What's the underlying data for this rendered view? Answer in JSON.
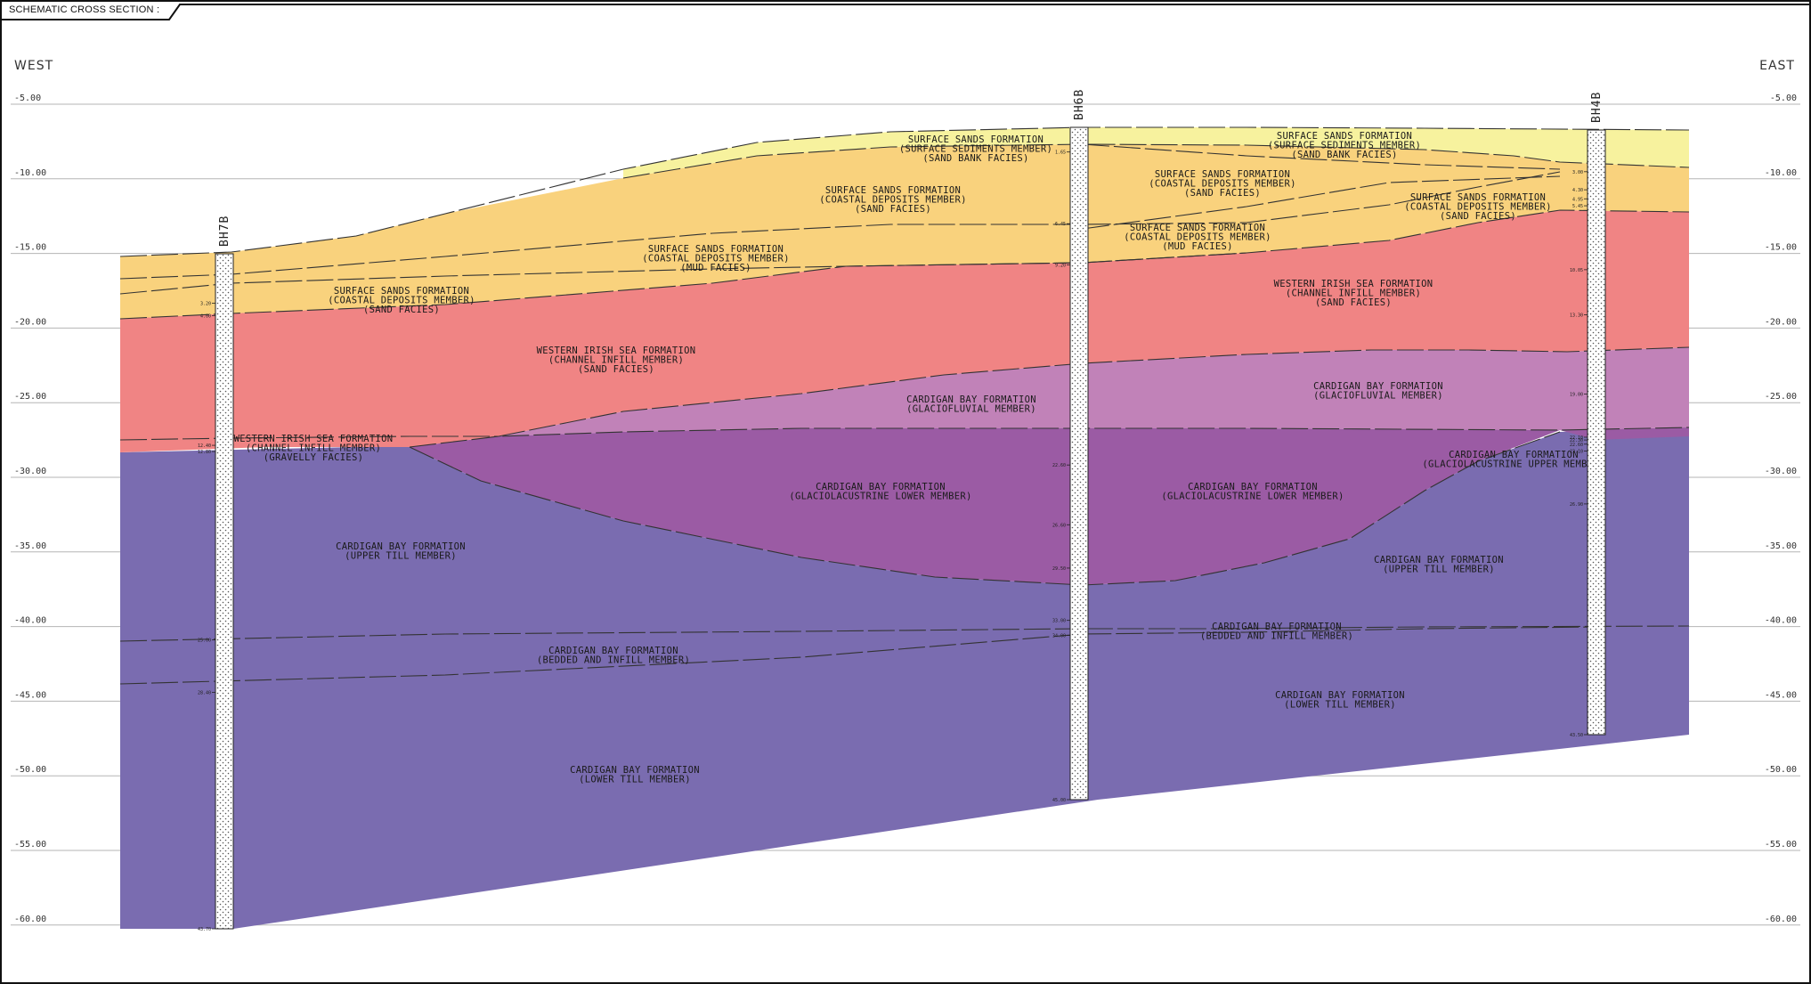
{
  "title": "SCHEMATIC CROSS SECTION :",
  "directions": {
    "west": "WEST",
    "east": "EAST"
  },
  "elevations": [
    "-5.00",
    "-10.00",
    "-15.00",
    "-20.00",
    "-25.00",
    "-30.00",
    "-35.00",
    "-40.00",
    "-45.00",
    "-50.00",
    "-55.00",
    "-60.00"
  ],
  "boreholes": [
    {
      "name": "BH7B",
      "depths": [
        "3.20",
        "4.00",
        "12.40",
        "12.80",
        "25.00",
        "28.40",
        "43.70"
      ]
    },
    {
      "name": "BH6B",
      "depths": [
        "1.65",
        "6.45",
        "9.20",
        "22.60",
        "26.60",
        "29.50",
        "33.00",
        "34.00",
        "45.00"
      ]
    },
    {
      "name": "BH4B",
      "depths": [
        "3.00",
        "4.30",
        "4.95",
        "5.45",
        "10.05",
        "13.30",
        "19.00",
        "22.10",
        "22.30",
        "22.60",
        "23.10",
        "26.90",
        "43.50"
      ]
    }
  ],
  "colors": {
    "surface_sand_light": "#f7f29e",
    "surface_sand": "#f9d27d",
    "western_irish_sea": "#f08484",
    "glaciofluvial": "#c182b8",
    "glaciolacustrine": "#9b5ba4",
    "till": "#7a6cb0"
  },
  "labels": [
    {
      "id": "ss-sed",
      "lines": [
        "SURFACE SANDS FORMATION",
        "(SURFACE SEDIMENTS MEMBER)",
        "(SAND BANK FACIES)"
      ]
    },
    {
      "id": "ss-sed-e",
      "lines": [
        "SURFACE SANDS FORMATION",
        "(SURFACE SEDIMENTS MEMBER)",
        "(SAND BANK FACIES)"
      ]
    },
    {
      "id": "ss-coast-mid",
      "lines": [
        "SURFACE SANDS FORMATION",
        "(COASTAL DEPOSITS MEMBER)",
        "(SAND FACIES)"
      ]
    },
    {
      "id": "ss-coast-e",
      "lines": [
        "SURFACE SANDS FORMATION",
        "(COASTAL DEPOSITS MEMBER)",
        "(SAND FACIES)"
      ]
    },
    {
      "id": "ss-coast-east",
      "lines": [
        "SURFACE SANDS FORMATION",
        "(COASTAL DEPOSITS MEMBER)",
        "(SAND FACIES)"
      ]
    },
    {
      "id": "ss-mud-w",
      "lines": [
        "SURFACE SANDS FORMATION",
        "(COASTAL DEPOSITS MEMBER)",
        "(MUD FACIES)"
      ]
    },
    {
      "id": "ss-mud-e",
      "lines": [
        "SURFACE SANDS FORMATION",
        "(COASTAL DEPOSITS MEMBER)",
        "(MUD FACIES)"
      ]
    },
    {
      "id": "ss-coast-w",
      "lines": [
        "SURFACE SANDS FORMATION",
        "(COASTAL DEPOSITS MEMBER)",
        "(SAND FACIES)"
      ]
    },
    {
      "id": "wis-w",
      "lines": [
        "WESTERN IRISH SEA FORMATION",
        "(CHANNEL INFILL MEMBER)",
        "(SAND FACIES)"
      ]
    },
    {
      "id": "wis-e",
      "lines": [
        "WESTERN IRISH SEA FORMATION",
        "(CHANNEL INFILL MEMBER)",
        "(SAND FACIES)"
      ]
    },
    {
      "id": "wis-grav",
      "lines": [
        "WESTERN IRISH SEA FORMATION",
        "(CHANNEL INFILL MEMBER)",
        "(GRAVELLY FACIES)"
      ]
    },
    {
      "id": "gf-w",
      "lines": [
        "CARDIGAN BAY FORMATION",
        "(GLACIOFLUVIAL MEMBER)"
      ]
    },
    {
      "id": "gf-e",
      "lines": [
        "CARDIGAN BAY FORMATION",
        "(GLACIOFLUVIAL MEMBER)"
      ]
    },
    {
      "id": "gl-w",
      "lines": [
        "CARDIGAN BAY FORMATION",
        "(GLACIOLACUSTRINE LOWER MEMBER)"
      ]
    },
    {
      "id": "gl-e",
      "lines": [
        "CARDIGAN BAY FORMATION",
        "(GLACIOLACUSTRINE LOWER MEMBER)"
      ]
    },
    {
      "id": "gl-upper",
      "lines": [
        "CARDIGAN BAY FORMATION",
        "(GLACIOLACUSTRINE UPPER MEMBER)"
      ]
    },
    {
      "id": "ut-w",
      "lines": [
        "CARDIGAN BAY FORMATION",
        "(UPPER TILL MEMBER)"
      ]
    },
    {
      "id": "ut-e",
      "lines": [
        "CARDIGAN BAY FORMATION",
        "(UPPER TILL MEMBER)"
      ]
    },
    {
      "id": "bi-w",
      "lines": [
        "CARDIGAN BAY FORMATION",
        "(BEDDED AND INFILL MEMBER)"
      ]
    },
    {
      "id": "bi-e",
      "lines": [
        "CARDIGAN BAY FORMATION",
        "(BEDDED AND INFILL MEMBER)"
      ]
    },
    {
      "id": "lt-w",
      "lines": [
        "CARDIGAN BAY FORMATION",
        "(LOWER TILL MEMBER)"
      ]
    },
    {
      "id": "lt-e",
      "lines": [
        "CARDIGAN BAY FORMATION",
        "(LOWER TILL MEMBER)"
      ]
    }
  ]
}
